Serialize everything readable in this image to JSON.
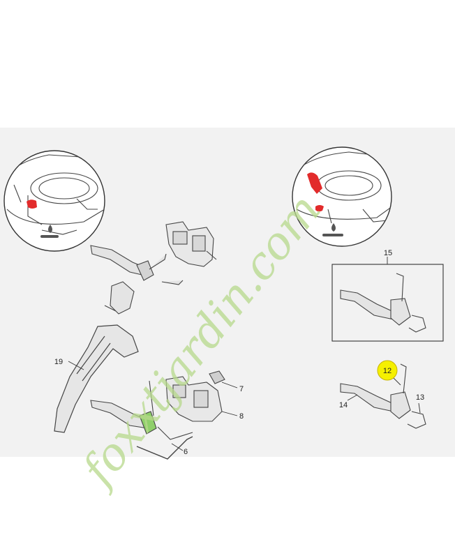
{
  "callouts": {
    "c15": "15",
    "c12": "12",
    "c13": "13",
    "c14": "14",
    "c19": "19",
    "c7": "7",
    "c8": "8",
    "c6": "6"
  },
  "watermark": {
    "text": "foxxtjardin.com"
  },
  "colors": {
    "highlight": "#f5f000",
    "red_mark": "#e22b2b",
    "panel": "#f2f2f2",
    "watermark": "#b7d98c",
    "green_part": "#8fcf6a"
  }
}
